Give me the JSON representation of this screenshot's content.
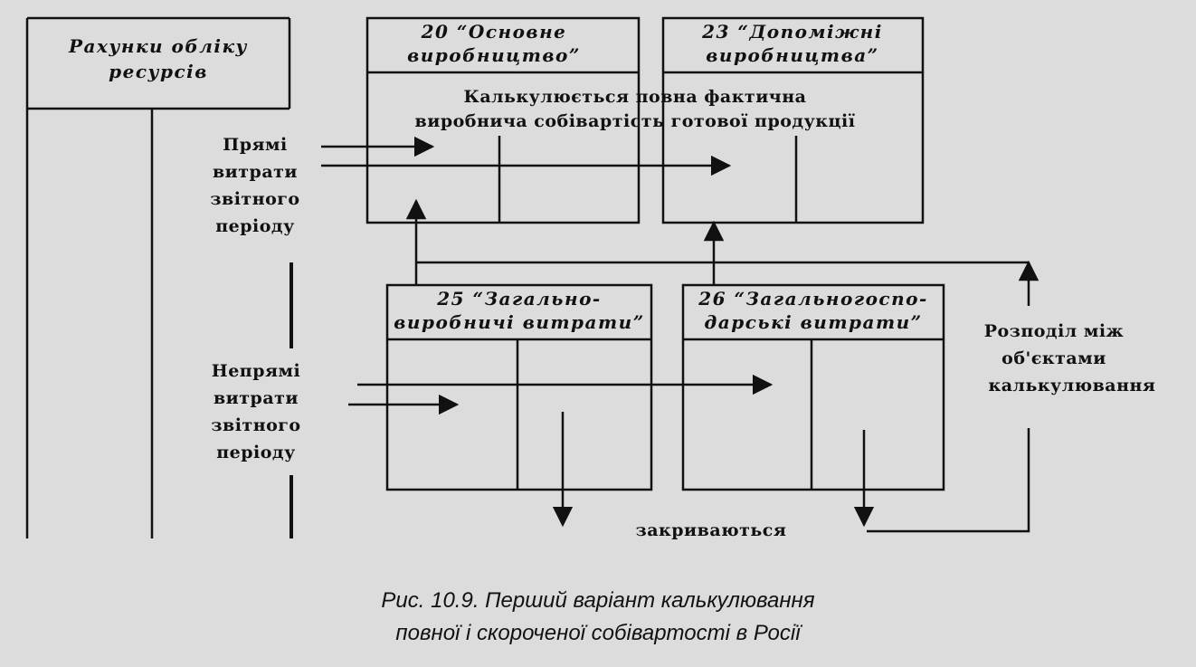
{
  "resources": {
    "title_line1": "Рахунки обліку",
    "title_line2": "ресурсів",
    "direct_line1": "Прямі",
    "direct_line2": "витрати",
    "direct_line3": "звітного",
    "direct_line4": "періоду",
    "indirect_line1": "Непрямі",
    "indirect_line2": "витрати",
    "indirect_line3": "звітного",
    "indirect_line4": "періоду"
  },
  "account20": {
    "line1": "20 “Основне",
    "line2": "виробництво”"
  },
  "account23": {
    "line1": "23 “Допоміжні",
    "line2": "виробництва”"
  },
  "calc_note": {
    "line1": "Калькулюється повна фактична",
    "line2": "виробнича собівартість готової продукції"
  },
  "account25": {
    "line1": "25 “Загально-",
    "line2": "виробничі витрати”"
  },
  "account26": {
    "line1": "26 “Загальногоспо-",
    "line2": "дарські витрати”"
  },
  "distribution": {
    "line1": "Розподіл між",
    "line2": "об'єктами",
    "line3": "калькулювання"
  },
  "closing_label": "закриваються",
  "caption": {
    "line1": "Рис. 10.9. Перший варіант калькулювання",
    "line2": "повної і скороченої собівартості  в Росії"
  }
}
